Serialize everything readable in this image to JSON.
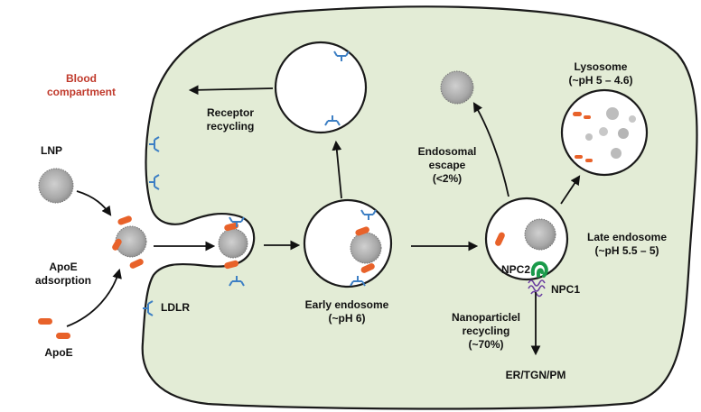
{
  "labels": {
    "blood_line1": "Blood",
    "blood_line2": "compartment",
    "lnp": "LNP",
    "apoe_adsorption_line1": "ApoE",
    "apoe_adsorption_line2": "adsorption",
    "apoe": "ApoE",
    "ldlr": "LDLR",
    "receptor_recycling_line1": "Receptor",
    "receptor_recycling_line2": "recycling",
    "early_endosome_line1": "Early endosome",
    "early_endosome_line2": "(~pH 6)",
    "endosomal_escape_line1": "Endosomal",
    "endosomal_escape_line2": "escape",
    "endosomal_escape_line3": "(<2%)",
    "lysosome_line1": "Lysosome",
    "lysosome_line2": "(~pH 5 – 4.6)",
    "late_endosome_line1": "Late endosome",
    "late_endosome_line2": "(~pH 5.5 – 5)",
    "npc2": "NPC2",
    "npc1": "NPC1",
    "nanoparticle_recycling_line1": "Nanoparticlel",
    "nanoparticle_recycling_line2": "recycling",
    "nanoparticle_recycling_line3": "(~70%)",
    "er_tgn_pm": "ER/TGN/PM"
  },
  "colors": {
    "cell_fill": "#e3ecd6",
    "outline": "#1a1a1a",
    "apoe": "#e8622a",
    "receptor": "#3d7fc4",
    "npc2": "#1a9a4a",
    "npc1": "#6b3fa0",
    "lnp_core": "#b8b8b8",
    "label_red": "#c0392b"
  }
}
